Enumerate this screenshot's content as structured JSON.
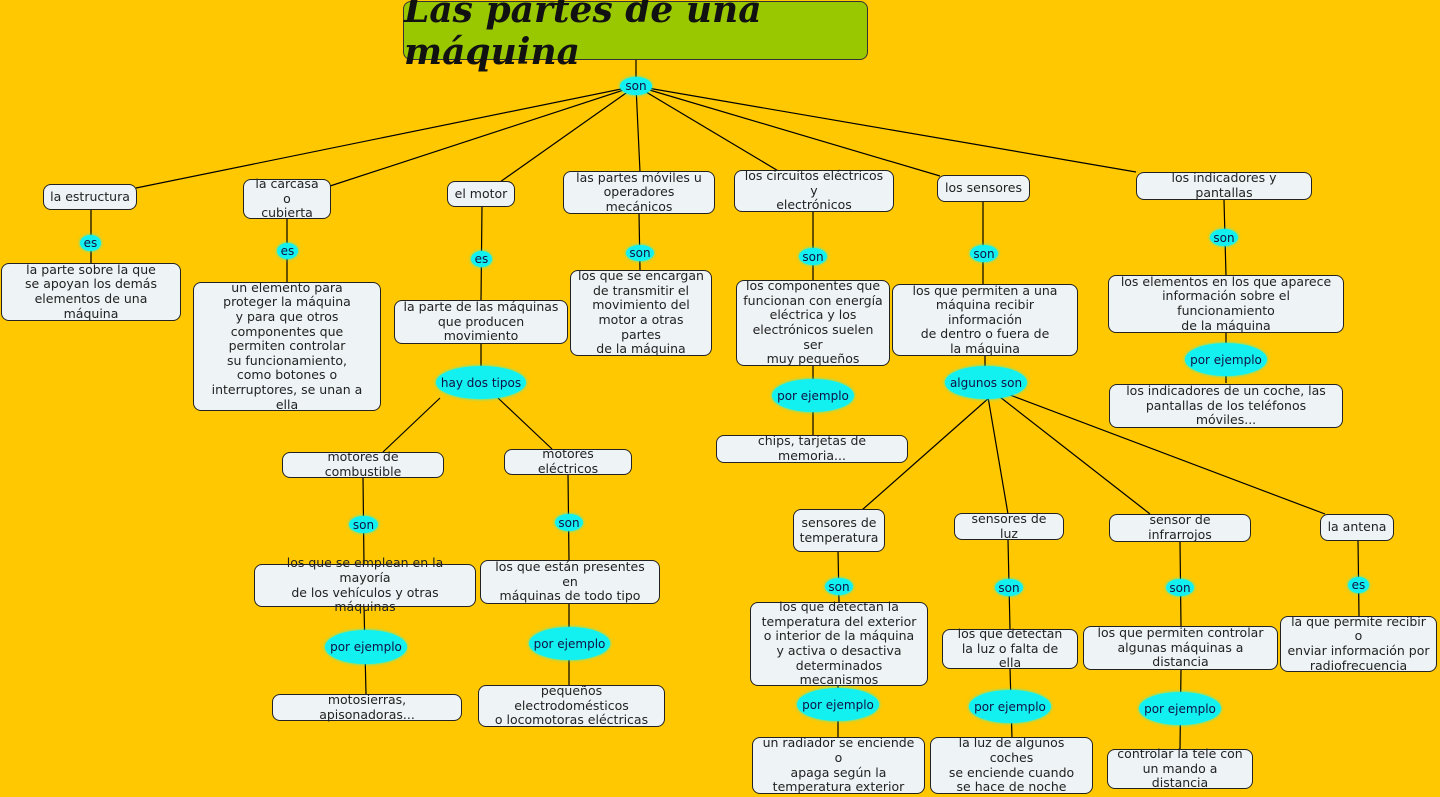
{
  "title": "Las partes de una máquina",
  "colors": {
    "background": "#FFC800",
    "title_fill": "#99C700",
    "node_fill": "#EEF3F6",
    "link_fill": "#12F0F0"
  },
  "nodes": {
    "estructura": "la estructura",
    "estructura_def": "la parte sobre la que\nse apoyan los demás\nelementos de una máquina",
    "carcasa": "la carcasa o\ncubierta",
    "carcasa_def": "un elemento para\nproteger la máquina\ny para que otros\ncomponentes que\npermiten controlar\nsu funcionamiento,\ncomo botones o\ninterruptores, se unan a ella",
    "motor": "el motor",
    "motor_def": "la parte de las máquinas\nque producen movimiento",
    "combustible": "motores de combustible",
    "combustible_def": "los que se emplean en la mayoría\nde los vehículos y otras máquinas",
    "combustible_ej": "motosierras, apisonadoras...",
    "electricos": "motores eléctricos",
    "electricos_def": "los que están presentes en\nmáquinas de todo tipo",
    "electricos_ej": "pequeños electrodomésticos\no locomotoras eléctricas",
    "moviles": "las partes móviles u\noperadores mecánicos",
    "moviles_def": "los que se encargan\nde transmitir el\nmovimiento del\nmotor a otras partes\nde la máquina",
    "circuitos": "los circuitos eléctricos y\nelectrónicos",
    "circuitos_def": "los componentes que\nfuncionan con energía\neléctrica y los\nelectrónicos suelen ser\nmuy pequeños",
    "circuitos_ej": "chips, tarjetas de memoria...",
    "sensores": "los sensores",
    "sensores_def": "los que permiten a una\nmáquina recibir información\nde dentro o fuera de\nla máquina",
    "temperatura": "sensores de\ntemperatura",
    "temperatura_def": "los que detectan la\ntemperatura del exterior\no interior de la máquina\ny activa o desactiva\ndeterminados mecanismos",
    "temperatura_ej": "un radiador se enciende o\napaga según la\ntemperatura exterior",
    "luz": "sensores de luz",
    "luz_def": "los que detectan\nla luz o falta de ella",
    "luz_ej": "la luz de algunos coches\nse enciende cuando\nse hace de noche",
    "infrarrojos": "sensor de infrarrojos",
    "infrarrojos_def": "los que permiten controlar\nalgunas máquinas a distancia",
    "infrarrojos_ej": "controlar la tele con\nun mando a distancia",
    "antena": "la antena",
    "antena_def": "la que permite recibir o\nenviar información por\nradiofrecuencia",
    "indicadores": "los indicadores y pantallas",
    "indicadores_def": "los elementos en los que aparece\ninformación sobre el funcionamiento\nde la máquina",
    "indicadores_ej": "los indicadores de un coche, las\npantallas de los teléfonos móviles..."
  },
  "links": {
    "son": "son",
    "es": "es",
    "por_ejemplo": "por ejemplo",
    "hay_dos_tipos": "hay dos tipos",
    "algunos_son": "algunos son"
  }
}
